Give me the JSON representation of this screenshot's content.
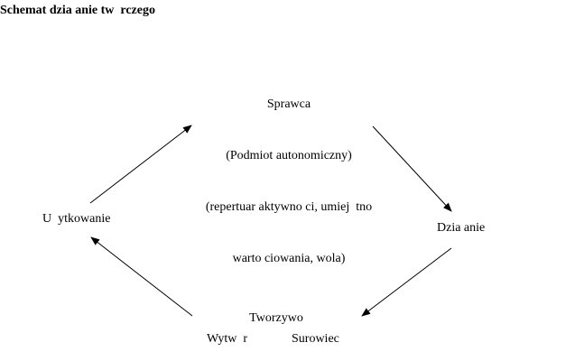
{
  "title": "Schemat dzia anie tw  rczego",
  "nodes": {
    "agent": {
      "lines": [
        "Sprawca",
        "(Podmiot autonomiczny)",
        "(repertuar aktywno ci, umiej  tno",
        "warto ciowania, wola)"
      ]
    },
    "action": {
      "label": "Dzia anie"
    },
    "material": {
      "label": "Tworzywo",
      "product": "Wytw  r",
      "raw": "Surowiec"
    },
    "usage": {
      "label": "U  ytkowanie"
    }
  },
  "edges": [
    {
      "from": "usage",
      "to": "agent"
    },
    {
      "from": "agent",
      "to": "action"
    },
    {
      "from": "action",
      "to": "material"
    },
    {
      "from": "material",
      "to": "usage"
    }
  ]
}
